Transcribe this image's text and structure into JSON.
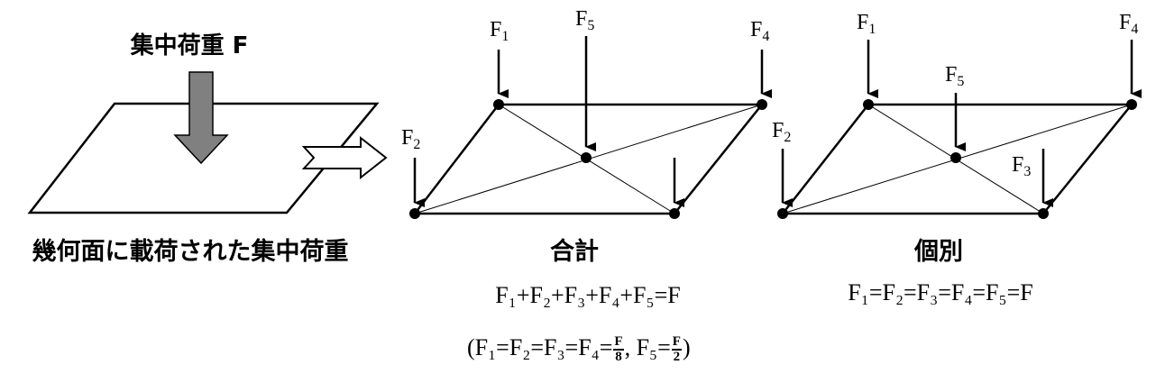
{
  "left_panel": {
    "load_label": "集中荷重 F",
    "caption": "幾何面に載荷された集中荷重"
  },
  "middle_panel": {
    "title": "合計",
    "forces": {
      "f1": {
        "base": "F",
        "sub": "1"
      },
      "f2": {
        "base": "F",
        "sub": "2"
      },
      "f4": {
        "base": "F",
        "sub": "4"
      },
      "f5": {
        "base": "F",
        "sub": "5"
      }
    },
    "equation_sum": "F₁+F₂+F₃+F₄+F₅=F",
    "equation_detail": {
      "open": "(F₁=F₂=F₃=F₄=",
      "frac1_num": "F",
      "frac1_den": "8",
      "sep": ", F₅=",
      "frac2_num": "F",
      "frac2_den": "2",
      "close": ")"
    }
  },
  "right_panel": {
    "title": "個別",
    "forces": {
      "f1": {
        "base": "F",
        "sub": "1"
      },
      "f2": {
        "base": "F",
        "sub": "2"
      },
      "f3": {
        "base": "F",
        "sub": "3"
      },
      "f4": {
        "base": "F",
        "sub": "4"
      },
      "f5": {
        "base": "F",
        "sub": "5"
      }
    },
    "equation_equal": "F₁=F₂=F₃=F₄=F₅=F"
  },
  "colors": {
    "load_arrow_fill": "#808080",
    "outline": "#000000"
  }
}
